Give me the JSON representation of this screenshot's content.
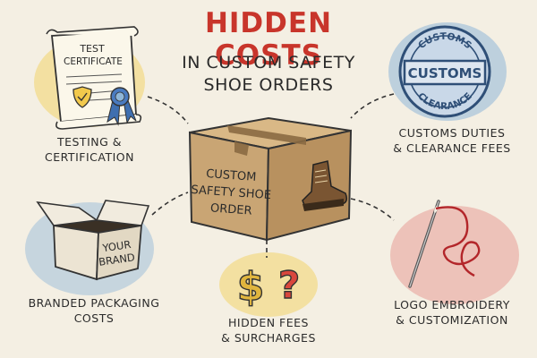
{
  "title": "HIDDEN COSTS",
  "subtitle": "IN CUSTOM SAFETY\nSHOE ORDERS",
  "center": {
    "line1": "CUSTOM",
    "line2": "SAFETY SHOE",
    "line3": "ORDER"
  },
  "nodes": {
    "testing": {
      "label": "TESTING &\nCERTIFICATION",
      "cert_line1": "TEST",
      "cert_line2": "CERTIFICATE"
    },
    "customs": {
      "label": "CUSTOMS DUTIES\n& CLEARANCE FEES",
      "stamp_top": "CUSTOMS",
      "stamp_center": "CUSTOMS",
      "stamp_bottom": "CLEARANCE"
    },
    "packaging": {
      "label": "BRANDED PACKAGING\nCOSTS",
      "box_line1": "YOUR",
      "box_line2": "BRAND"
    },
    "fees": {
      "label": "HIDDEN FEES\n& SURCHARGES",
      "symbol_dollar": "$",
      "symbol_question": "?"
    },
    "embroidery": {
      "label": "LOGO EMBROIDERY\n& CUSTOMIZATION"
    }
  },
  "colors": {
    "title": "#c8352b",
    "background": "#f4efe3",
    "box": "#c9a574",
    "tape": "#8a6a43",
    "yellow_wash": "#f2d36b",
    "blue_wash": "#8fb6d8",
    "red_wash": "#e58b84",
    "thread": "#b3262a"
  }
}
